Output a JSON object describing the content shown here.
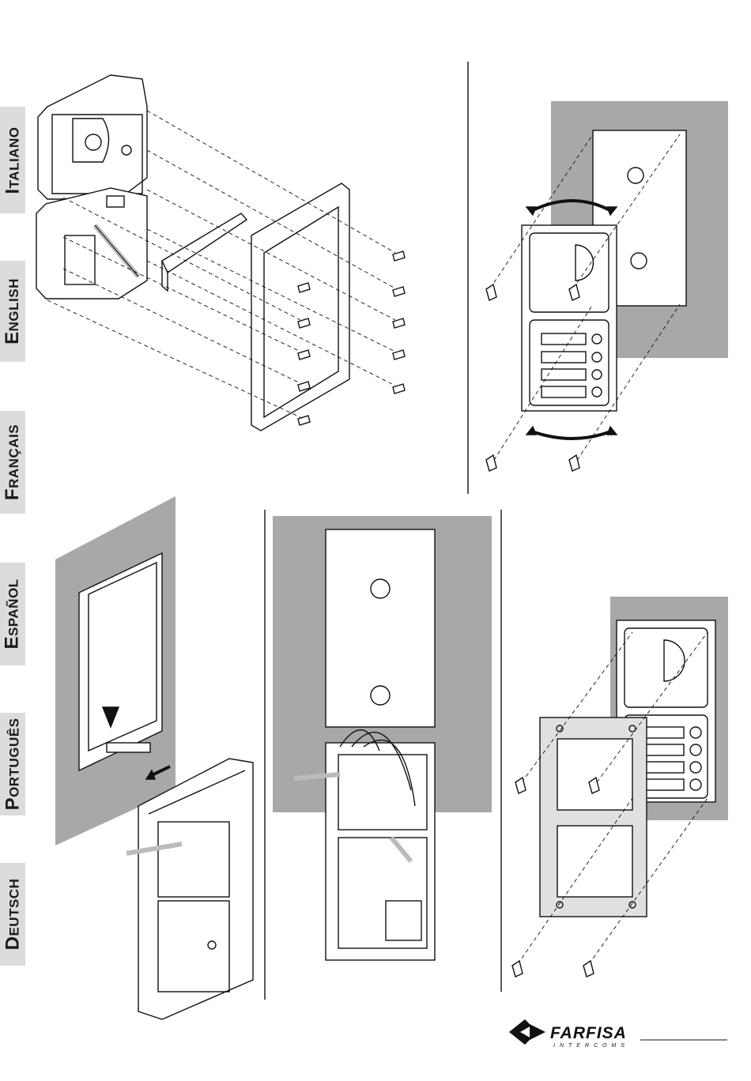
{
  "languages": [
    {
      "label": "Italiano"
    },
    {
      "label": "English"
    },
    {
      "label": "Français"
    },
    {
      "label": "Español"
    },
    {
      "label": "Português"
    },
    {
      "label": "Deutsch"
    }
  ],
  "brand": {
    "name": "FARFISA",
    "subtitle": "INTERCOMS"
  }
}
